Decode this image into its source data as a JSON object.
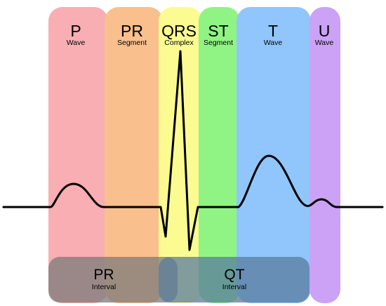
{
  "segments": {
    "p": {
      "label": "P",
      "sublabel": "Wave",
      "color": "#f7a0a6"
    },
    "pr": {
      "label": "PR",
      "sublabel": "Segment",
      "color": "#f8b57a"
    },
    "qrs": {
      "label": "QRS",
      "sublabel": "Complex",
      "color": "#fbfb7f"
    },
    "st": {
      "label": "ST",
      "sublabel": "Segment",
      "color": "#7cf36f"
    },
    "t": {
      "label": "T",
      "sublabel": "Wave",
      "color": "#7dbdfb"
    },
    "u": {
      "label": "U",
      "sublabel": "Wave",
      "color": "#c392f4"
    }
  },
  "intervals": {
    "pr": {
      "label": "PR",
      "sublabel": "Interval",
      "color": "#7b7b7b"
    },
    "qt": {
      "label": "QT",
      "sublabel": "Interval",
      "color": "#5a7b9e"
    }
  },
  "trace": {
    "color": "#000000"
  }
}
